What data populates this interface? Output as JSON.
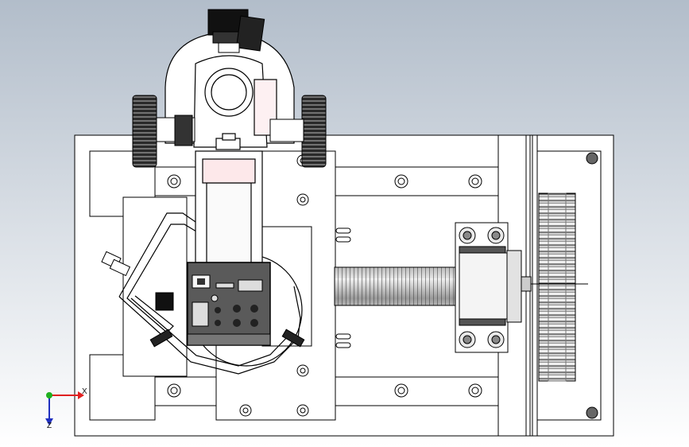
{
  "scene": {
    "type": "cad-assembly-top-view",
    "background_top": "#b4bfcb",
    "background_bottom": "#ffffff",
    "part_fill": "#ffffff",
    "line_color": "#000000",
    "shade_color": "#d9d9d9",
    "board_color": "#5a5a5a"
  },
  "triad": {
    "x_label": "X",
    "y_label": "Z",
    "x_color": "#e02020",
    "y_color": "#2030c0",
    "origin_color": "#20b020"
  },
  "board_ports": {
    "icons": [
      "usb-b-port-icon",
      "hdmi-port-icon",
      "round-button-icon"
    ]
  }
}
